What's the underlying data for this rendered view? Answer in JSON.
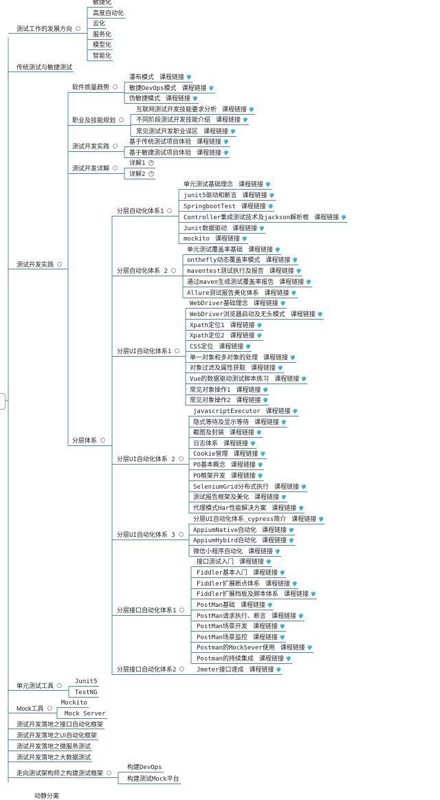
{
  "link_label": "课程链接",
  "colors": {
    "line": "#4a8b8f",
    "gem": "#23a7d6"
  },
  "nodes": [
    {
      "text": "测试工作的发展方向",
      "collapse": true
    },
    {
      "text": "敏捷化"
    },
    {
      "text": "高度自动化"
    },
    {
      "text": "云化"
    },
    {
      "text": "服务化"
    },
    {
      "text": "模型化"
    },
    {
      "text": "智能化"
    },
    {
      "text": "传统测试与敏捷测试"
    },
    {
      "text": "测试开发实践",
      "collapse": true
    },
    {
      "text": "软件质量趋势",
      "collapse": true
    },
    {
      "text": "瀑布模式",
      "link": true
    },
    {
      "text": "敏捷DevOps模式",
      "link": true
    },
    {
      "text": "伪敏捷模式",
      "link": true
    },
    {
      "text": "职业及技能规划",
      "collapse": true
    },
    {
      "text": "互联网测试开发技能要求分析",
      "link": true
    },
    {
      "text": "不同阶段测试开发技能介绍",
      "link": true
    },
    {
      "text": "常见测试开发职业误区",
      "link": true
    },
    {
      "text": "测试开发实践",
      "collapse": true
    },
    {
      "text": "基于传统测试项目体验",
      "link": true
    },
    {
      "text": "基于敏捷测试项目体验",
      "link": true
    },
    {
      "text": "测试开发详解",
      "collapse": true
    },
    {
      "text": "详解1",
      "plus": true
    },
    {
      "text": "详解2",
      "plus": true
    },
    {
      "text": "分层体系",
      "collapse": true
    },
    {
      "text": "分层自动化体系1",
      "collapse": true
    },
    {
      "text": "单元测试基础理念",
      "link": true
    },
    {
      "text": "junit5驱动和断言",
      "link": true
    },
    {
      "text": "SpringbootTest",
      "link": true
    },
    {
      "text": "Controller集成测试技术及jackson解析框",
      "link": true
    },
    {
      "text": "Junit数据驱动",
      "link": true
    },
    {
      "text": "mockito",
      "link": true
    },
    {
      "text": "分层自动化体系 2",
      "collapse": true
    },
    {
      "text": "单元测试覆盖率基础",
      "link": true
    },
    {
      "text": "onthefly动态覆盖率模式",
      "link": true
    },
    {
      "text": "maventest测试执行及报告",
      "link": true
    },
    {
      "text": "通过maven生成测试覆盖率报告",
      "link": true
    },
    {
      "text": "Allure测试报告美化体系",
      "link": true
    },
    {
      "text": "分层UI自动化体系1",
      "collapse": true
    },
    {
      "text": "WebDriver基础理念",
      "link": true
    },
    {
      "text": "WebDriver浏览器启动及无头模式",
      "link": true
    },
    {
      "text": "Xpath定位1",
      "link": true
    },
    {
      "text": "Xpath定位2",
      "link": true
    },
    {
      "text": "CSS定位",
      "link": true
    },
    {
      "text": "单一对象和多对象的处理",
      "link": true
    },
    {
      "text": "对象过滤及属性获取",
      "link": true
    },
    {
      "text": "Vue的数据驱动测试脚本练习",
      "link": true
    },
    {
      "text": "常见对象操作1",
      "link": true
    },
    {
      "text": "常见对象操作2",
      "link": true
    },
    {
      "text": "分层UI自动化体系 2",
      "collapse": true
    },
    {
      "text": "javascriptExecutor",
      "link": true
    },
    {
      "text": "隐式等待及显示等待",
      "link": true
    },
    {
      "text": "截图及封装",
      "link": true
    },
    {
      "text": "日志体系",
      "link": true
    },
    {
      "text": "Cookie管理",
      "link": true
    },
    {
      "text": "PO基本概念",
      "link": true
    },
    {
      "text": "PO框架开发",
      "link": true
    },
    {
      "text": "SeleniumGrid分布式执行",
      "link": true
    },
    {
      "text": "测试报告框架及美化",
      "link": true
    },
    {
      "text": "代理模式Har性能解决方案",
      "link": true
    },
    {
      "text": "分层UI自动化体系 3",
      "collapse": true
    },
    {
      "text": "分层UI自动化体系_cypress简介",
      "link": true
    },
    {
      "text": "AppiumNative自动化",
      "link": true
    },
    {
      "text": "AppiumHybird自动化",
      "link": true
    },
    {
      "text": "微信小程序自动化",
      "link": true
    },
    {
      "text": "分层接口自动化体系1",
      "collapse": true
    },
    {
      "text": "接口测试入门",
      "link": true
    },
    {
      "text": "Fiddler基本入门",
      "link": true
    },
    {
      "text": "Fiddler扩展断点体系",
      "link": true
    },
    {
      "text": "Fiddler扩展档板及脚本体系",
      "link": true
    },
    {
      "text": "PostMan基础",
      "link": true
    },
    {
      "text": "PostMan请求执行、断言",
      "link": true
    },
    {
      "text": "PostMan场景开发",
      "link": true
    },
    {
      "text": "PostMan场景监控",
      "link": true
    },
    {
      "text": "Postman的MockSever使用",
      "link": true
    },
    {
      "text": "Postman的持续集成",
      "link": true
    },
    {
      "text": "分层接口自动化体系2",
      "collapse": true
    },
    {
      "text": "Jmeter接口速成",
      "link": true
    },
    {
      "text": "单元测试工具",
      "collapse": true
    },
    {
      "text": "Junit5"
    },
    {
      "text": "TestNG"
    },
    {
      "text": "Mock工具",
      "collapse": true
    },
    {
      "text": "Mockito"
    },
    {
      "text": "Mock Server"
    },
    {
      "text": "测试开发落地之接口自动化框架"
    },
    {
      "text": "测试开发落地之UI自动化框架"
    },
    {
      "text": "测试开发落地之微服务测试"
    },
    {
      "text": "测试开发落地之大数据测试"
    },
    {
      "text": "走向测试架构师之构建测试框架",
      "collapse": true
    },
    {
      "text": "构建DevOps"
    },
    {
      "text": "构建测试Mock平台"
    }
  ],
  "footer": "动静分离"
}
